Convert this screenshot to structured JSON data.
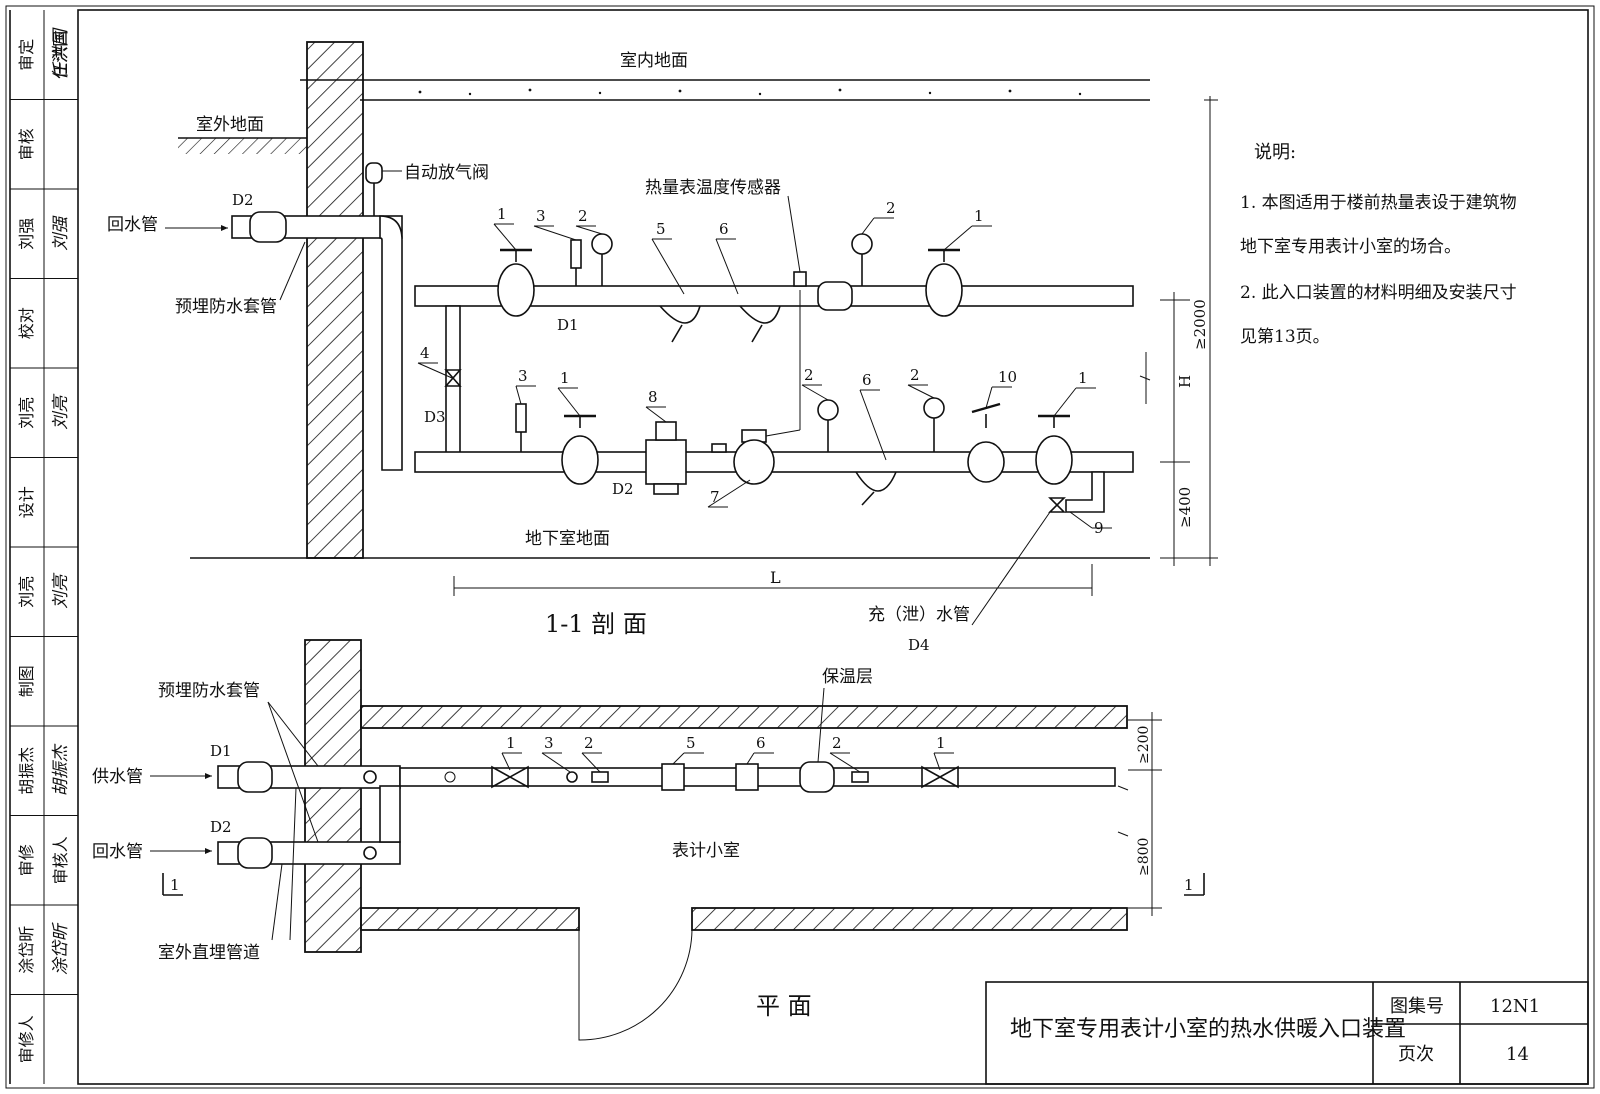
{
  "side_strip": {
    "rows": [
      {
        "role": "审定",
        "name": "任洪国",
        "sig": "任洪国"
      },
      {
        "role": "审核",
        "name": "",
        "sig": ""
      },
      {
        "role": "",
        "name": "刘强",
        "sig": "刘强"
      },
      {
        "role": "校对",
        "name": "",
        "sig": ""
      },
      {
        "role": "",
        "name": "刘亮",
        "sig": "刘亮"
      },
      {
        "role": "设计",
        "name": "",
        "sig": ""
      },
      {
        "role": "",
        "name": "刘亮",
        "sig": "刘亮"
      },
      {
        "role": "制图",
        "name": "",
        "sig": ""
      },
      {
        "role": "",
        "name": "胡振杰",
        "sig": "胡振杰"
      },
      {
        "role": "审修",
        "name": "审核人",
        "sig": ""
      },
      {
        "role": "",
        "name": "涂岱昕",
        "sig": "涂岱昕"
      },
      {
        "role": "审修人",
        "name": "",
        "sig": ""
      }
    ]
  },
  "section": {
    "floor_indoor": "室内地面",
    "ground_outdoor": "室外地面",
    "return_pipe": "回水管",
    "d2": "D2",
    "sleeve": "预埋防水套管",
    "air_vent": "自动放气阀",
    "sensor": "热量表温度传感器",
    "d1": "D1",
    "d3": "D3",
    "d2b": "D2",
    "basement_floor": "地下室地面",
    "dim_L": "L",
    "dim_H": "H",
    "dim_2000": "≥2000",
    "dim_400": "≥400",
    "title": "1-1 剖  面",
    "drain_pipe": "充（泄）水管",
    "d4": "D4",
    "markers_top": [
      "1",
      "3",
      "2",
      "5",
      "6",
      "2",
      "1"
    ],
    "markers_bot": [
      "4",
      "3",
      "1",
      "8",
      "7",
      "2",
      "6",
      "2",
      "10",
      "1",
      "9"
    ]
  },
  "plan": {
    "sleeve": "预埋防水套管",
    "insulation": "保温层",
    "supply_pipe": "供水管",
    "return_pipe": "回水管",
    "d1": "D1",
    "d2": "D2",
    "room": "表计小室",
    "buried_pipe": "室外直埋管道",
    "cut_left": "1",
    "cut_right": "1",
    "dim_200": "≥200",
    "dim_800": "≥800",
    "title": "平    面",
    "markers": [
      "1",
      "3",
      "2",
      "5",
      "6",
      "2",
      "1"
    ]
  },
  "notes": {
    "heading": "说明:",
    "items": [
      "1. 本图适用于楼前热量表设于建筑物",
      "地下室专用表计小室的场合。",
      "2. 此入口装置的材料明细及安装尺寸",
      "见第13页。"
    ]
  },
  "title_block": {
    "drawing_title": "地下室专用表计小室的热水供暖入口装置",
    "atlas_label": "图集号",
    "atlas_value": "12N1",
    "page_label": "页次",
    "page_value": "14"
  }
}
